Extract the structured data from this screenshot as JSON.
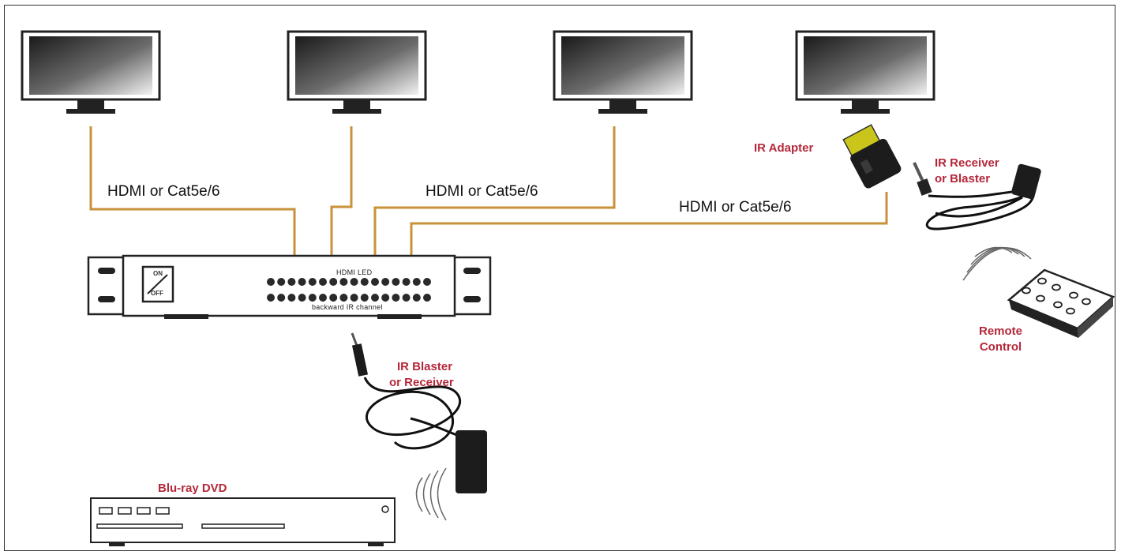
{
  "diagram": {
    "cable_label": "HDMI or Cat5e/6",
    "ir_adapter": "IR Adapter",
    "ir_receiver_blaster": [
      "IR Receiver",
      "or Blaster"
    ],
    "ir_blaster_receiver": [
      "IR Blaster",
      "or Receiver"
    ],
    "remote_control": [
      "Remote",
      "Control"
    ],
    "bluray": "Blu-ray DVD",
    "panel_top_text": "HDMI LED",
    "panel_bottom_text": "backward IR channel",
    "switch_on": "ON",
    "switch_off": "OFF",
    "colors": {
      "cable": "#c8913a",
      "label_red": "#b5283a",
      "adapter_gold": "#c9c51a"
    }
  }
}
